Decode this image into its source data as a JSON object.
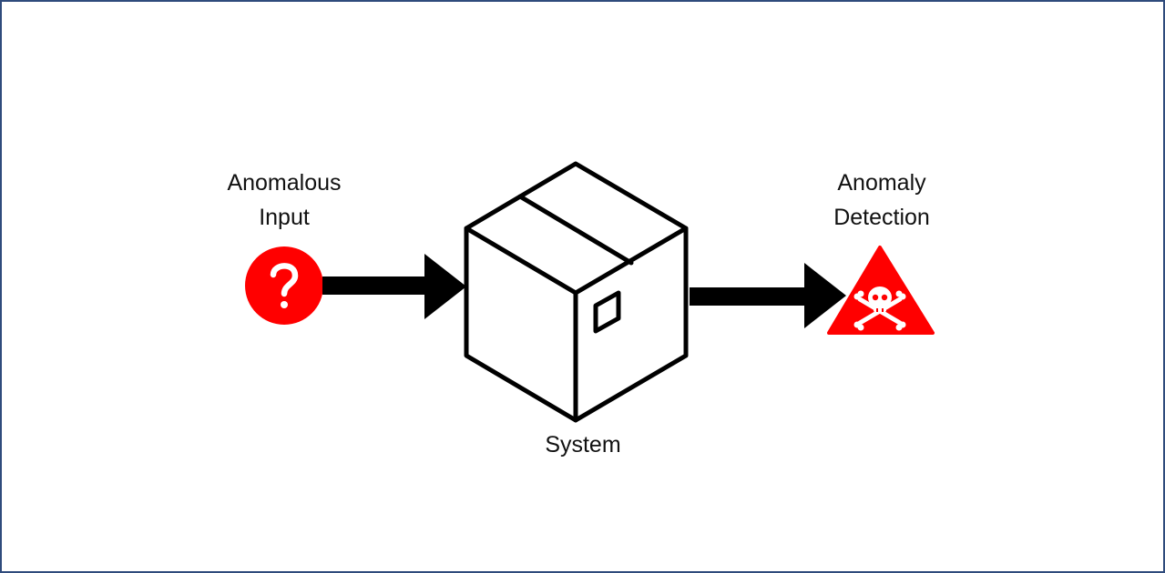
{
  "diagram": {
    "input_label": [
      "Anomalous",
      "Input"
    ],
    "system_label": "System",
    "output_label": [
      "Anomaly",
      "Detection"
    ],
    "input_icon": "question-mark-icon",
    "system_icon": "box-icon",
    "output_icon": "skull-warning-icon",
    "colors": {
      "border": "#2f4b7c",
      "icon_red": "#ff0000",
      "stroke": "#000000"
    }
  }
}
